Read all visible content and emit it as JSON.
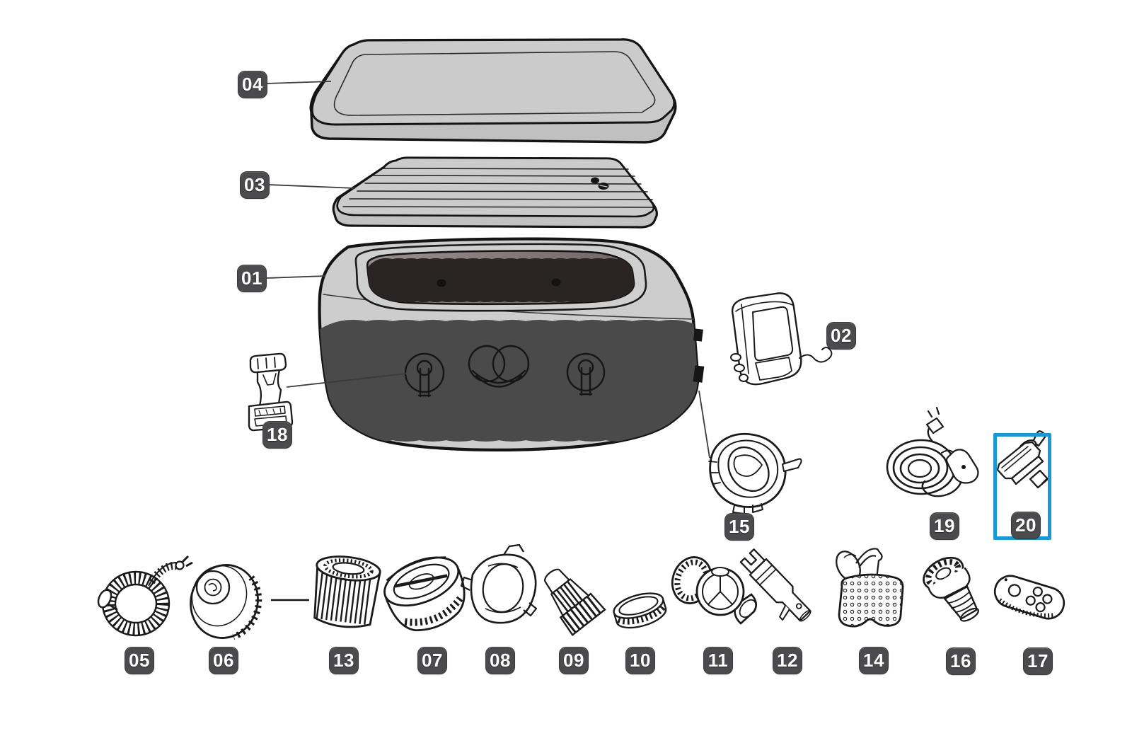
{
  "diagram": {
    "background": "#ffffff",
    "highlight_color": "#1899d6",
    "selected_part": "20",
    "part_fill_gray": "#cbcbcb",
    "interior_gray": "#8a8080",
    "label_bg": "#4b4b4d"
  },
  "parts": {
    "p01": {
      "num": "01",
      "sketch": "inflatable-spa-tub"
    },
    "p02": {
      "num": "02",
      "sketch": "pump-heater-unit"
    },
    "p03": {
      "num": "03",
      "sketch": "inflatable-lid"
    },
    "p04": {
      "num": "04",
      "sketch": "top-cover"
    },
    "p05": {
      "num": "05",
      "sketch": "coiled-inflation-hose"
    },
    "p06": {
      "num": "06",
      "sketch": "round-valve-cap"
    },
    "p07": {
      "num": "07",
      "sketch": "filter-housing-cup"
    },
    "p08": {
      "num": "08",
      "sketch": "clamp-ring"
    },
    "p09": {
      "num": "09",
      "sketch": "ribbed-hose-adapter"
    },
    "p10": {
      "num": "10",
      "sketch": "ring-nut"
    },
    "p11": {
      "num": "11",
      "sketch": "check-valve-elbow"
    },
    "p12": {
      "num": "12",
      "sketch": "spanner-tool"
    },
    "p13": {
      "num": "13",
      "sketch": "filter-cartridge"
    },
    "p14": {
      "num": "14",
      "sketch": "headrest-pad-with-suction-cup"
    },
    "p15": {
      "num": "15",
      "sketch": "coupling-ring-valve"
    },
    "p16": {
      "num": "16",
      "sketch": "threaded-screw-valve"
    },
    "p17": {
      "num": "17",
      "sketch": "remote-control"
    },
    "p18": {
      "num": "18",
      "sketch": "strap-buckle"
    },
    "p19": {
      "num": "19",
      "sketch": "power-cord-with-rcd-plug"
    },
    "p20": {
      "num": "20",
      "sketch": "adapter-unit"
    }
  }
}
